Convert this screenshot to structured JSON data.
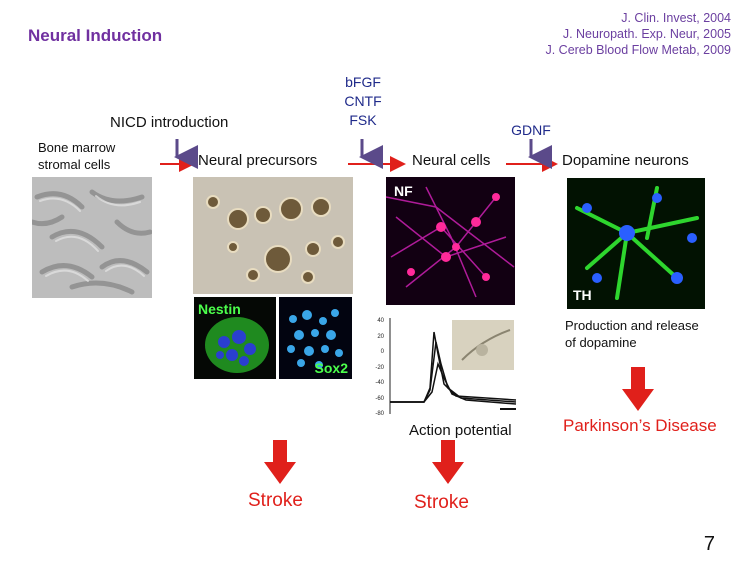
{
  "title": "Neural Induction",
  "references": [
    "J. Clin. Invest, 2004",
    "J. Neuropath. Exp. Neur, 2005",
    "J. Cereb Blood Flow Metab, 2009"
  ],
  "steps": {
    "bone_marrow_line1": "Bone marrow",
    "bone_marrow_line2": "stromal cells",
    "neural_precursors": "Neural precursors",
    "neural_cells": "Neural cells",
    "dopamine_neurons": "Dopamine neurons"
  },
  "factors": {
    "nicd": "NICD introduction",
    "bfgf": "bFGF",
    "cntf": "CNTF",
    "fsk": "FSK",
    "gdnf": "GDNF"
  },
  "image_labels": {
    "nestin": "Nestin",
    "sox2": "Sox2",
    "nf": "NF",
    "th": "TH"
  },
  "plot": {
    "y_ticks": [
      "40",
      "20",
      "0",
      "-20",
      "-40",
      "-60",
      "-80"
    ],
    "caption": "Action potential"
  },
  "production_line1": "Production and release",
  "production_line2": "of dopamine",
  "outcomes": {
    "stroke_1": "Stroke",
    "stroke_2": "Stroke",
    "parkinsons": "Parkinson’s Disease"
  },
  "page_number": "7",
  "colors": {
    "title": "#7030a0",
    "arrow_red": "#e0201b",
    "factor_blue": "#1f2a8a",
    "factor_arrow": "#5b4a8a"
  }
}
